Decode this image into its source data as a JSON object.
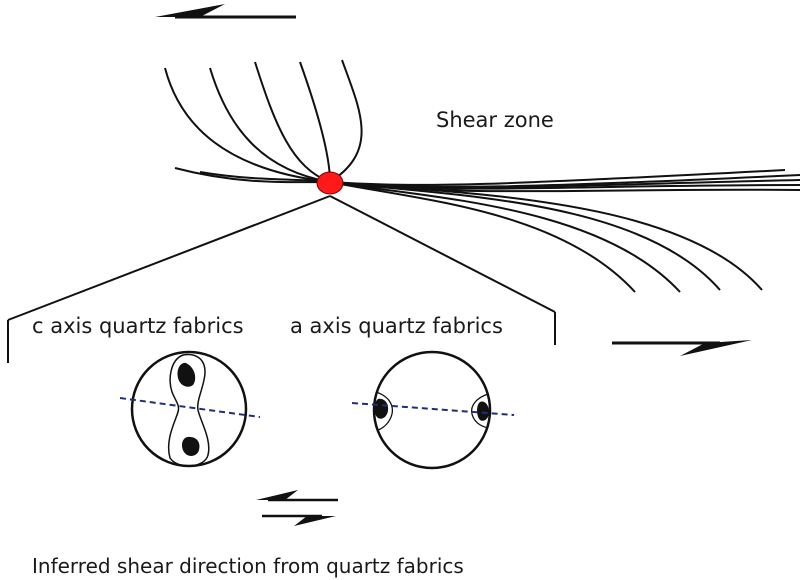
{
  "labels": {
    "shear_zone": "Shear zone",
    "c_axis": "c axis quartz fabrics",
    "a_axis": "a axis quartz fabrics",
    "inferred": "Inferred shear direction from quartz fabrics"
  },
  "colors": {
    "ink": "#111111",
    "marker": "#ff1a1a",
    "dash": "#1f2f7a"
  },
  "icons": [
    "top-left-arrow-icon",
    "right-arrow-icon",
    "shear-sense-arrows-icon"
  ]
}
